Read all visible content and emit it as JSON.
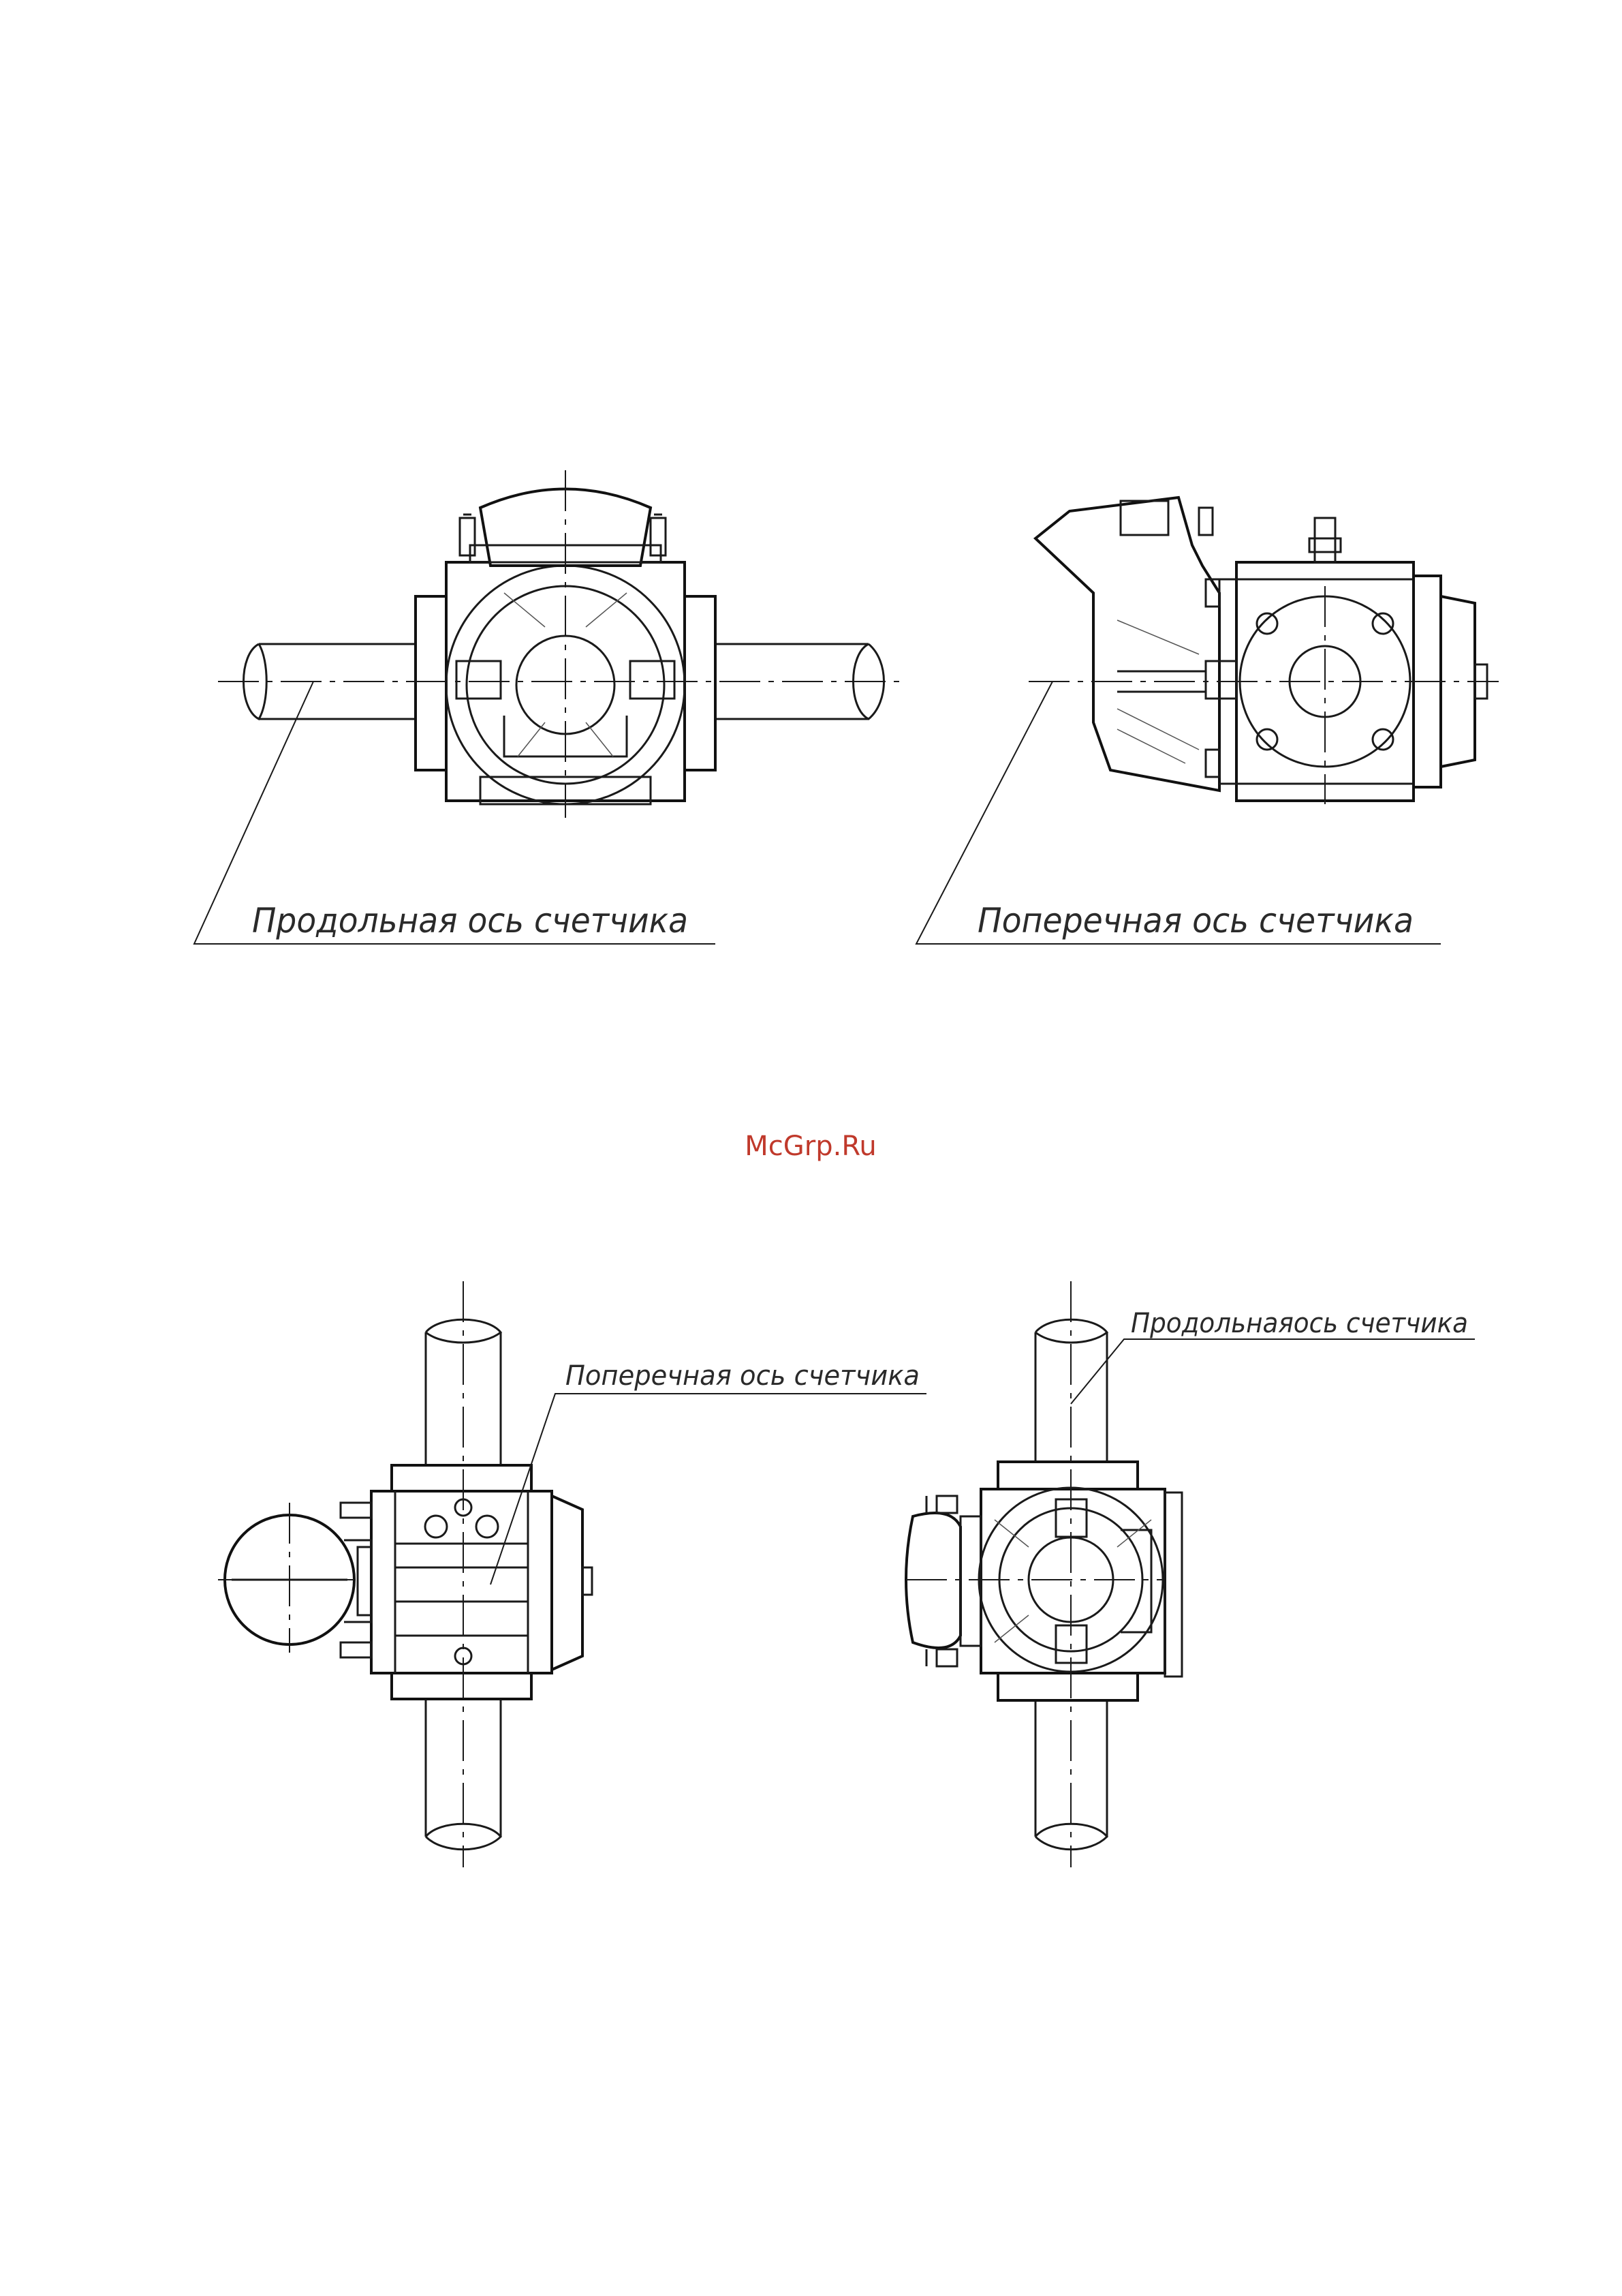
{
  "watermark": "McGrp.Ru",
  "labels": {
    "top_left": "Продольная ось счетчика",
    "top_right": "Поперечная ось счетчика",
    "bottom_left": "Поперечная ось счетчика",
    "bottom_right": "Продольнаяось счетчика"
  },
  "colors": {
    "ink": "#1a1a1a",
    "watermark": "#c0392b",
    "paper": "#ffffff"
  }
}
